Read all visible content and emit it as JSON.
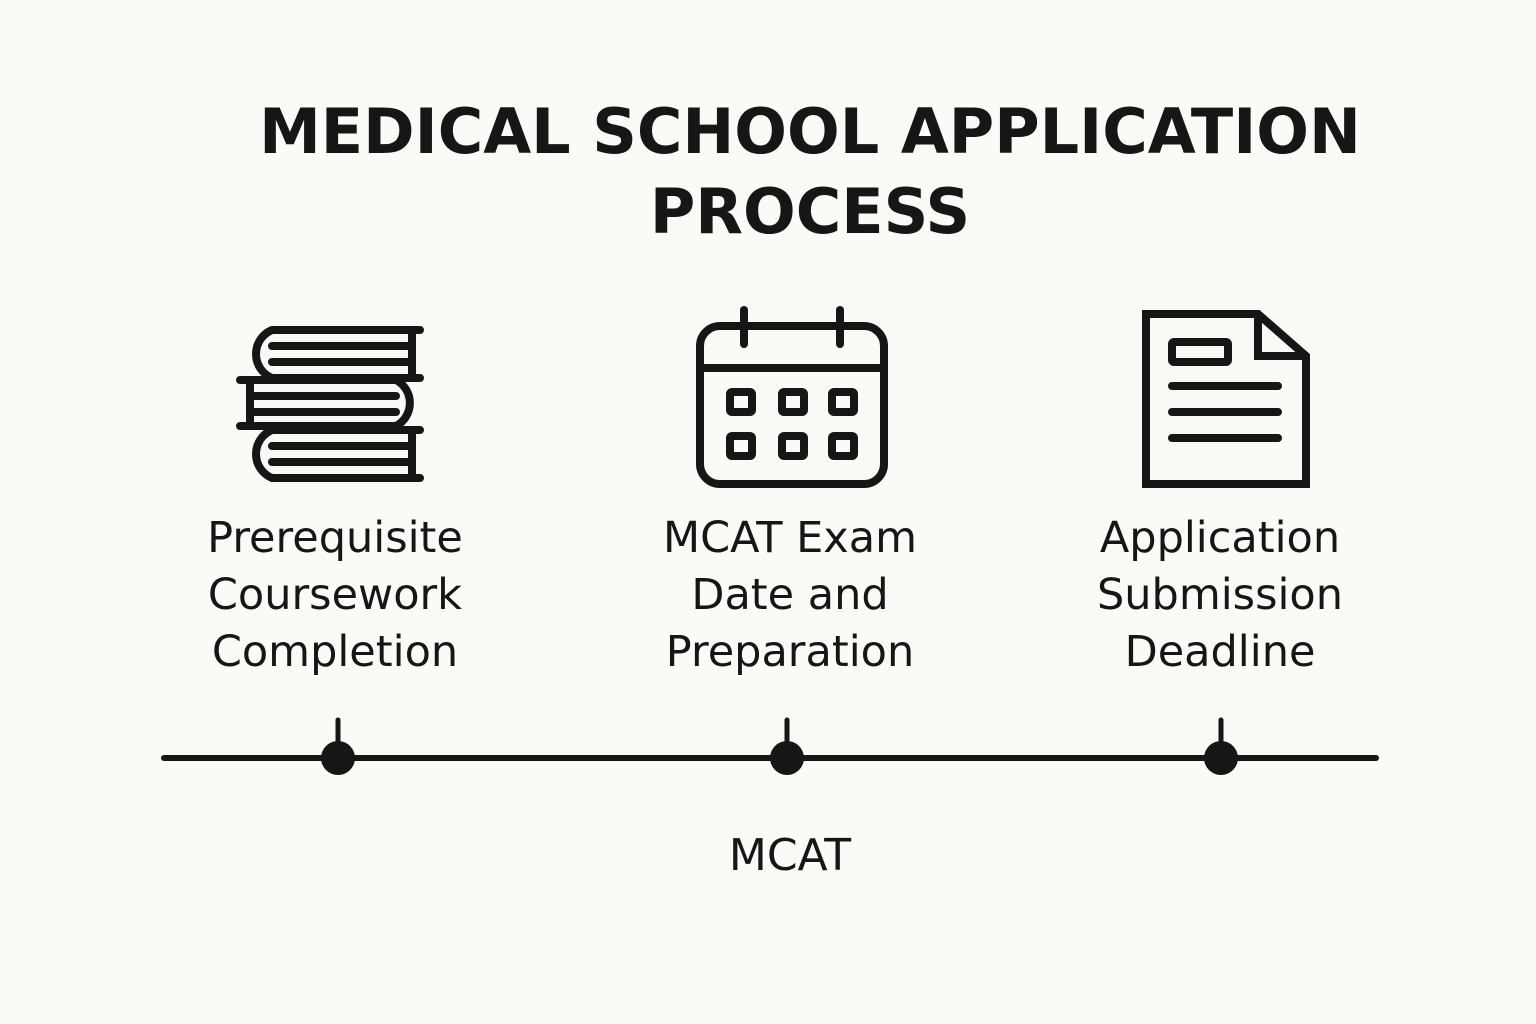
{
  "title": {
    "line1": "MEDICAL SCHOOL APPLICATION",
    "line2": "PROCESS"
  },
  "steps": [
    {
      "icon": "books-stack-icon",
      "label_lines": [
        "Prerequisite",
        "Coursework",
        "Completion"
      ]
    },
    {
      "icon": "calendar-icon",
      "label_lines": [
        "MCAT Exam",
        "Date and",
        "Preparation"
      ]
    },
    {
      "icon": "document-icon",
      "label_lines": [
        "Application",
        "Submission",
        "Deadline"
      ]
    }
  ],
  "timeline": {
    "caption": "MCAT"
  },
  "colors": {
    "background": "#fbfaf6",
    "ink": "#161616"
  }
}
